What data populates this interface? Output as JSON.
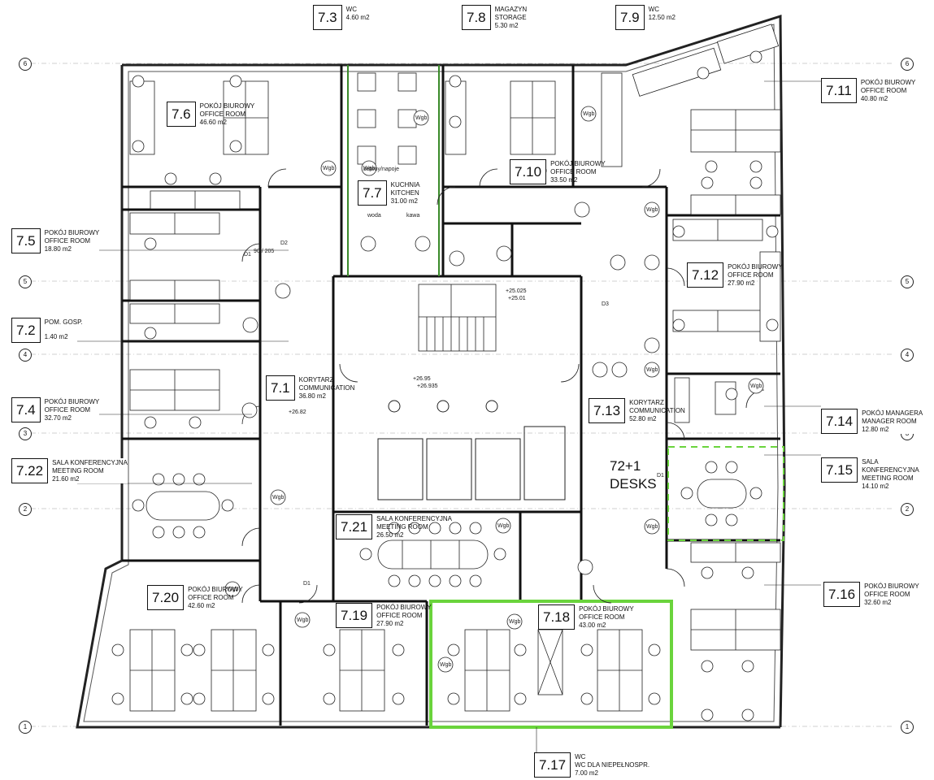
{
  "rooms": [
    {
      "id": "7.3",
      "name": [
        "WC"
      ],
      "area": "4.60 m2"
    },
    {
      "id": "7.8",
      "name": [
        "MAGAZYN",
        "STORAGE"
      ],
      "area": "5.30 m2"
    },
    {
      "id": "7.9",
      "name": [
        "WC"
      ],
      "area": "12.50 m2"
    },
    {
      "id": "7.6",
      "name": [
        "POKÓJ BIUROWY",
        "OFFICE ROOM"
      ],
      "area": "46.60 m2"
    },
    {
      "id": "7.11",
      "name": [
        "POKÓJ BIUROWY",
        "OFFICE ROOM"
      ],
      "area": "40.80 m2"
    },
    {
      "id": "7.7",
      "name": [
        "KUCHNIA",
        "KITCHEN"
      ],
      "area": "31.00 m2"
    },
    {
      "id": "7.10",
      "name": [
        "POKÓJ BIUROWY",
        "OFFICE ROOM"
      ],
      "area": "33.50 m2"
    },
    {
      "id": "7.5",
      "name": [
        "POKÓJ BIUROWY",
        "OFFICE ROOM"
      ],
      "area": "18.80 m2"
    },
    {
      "id": "7.12",
      "name": [
        "POKÓJ BIUROWY",
        "OFFICE ROOM"
      ],
      "area": "27.90 m2"
    },
    {
      "id": "7.2",
      "name": [
        "POM. GOSP."
      ],
      "area": "1.40 m2"
    },
    {
      "id": "7.1",
      "name": [
        "KORYTARZ",
        "COMMUNICATION"
      ],
      "area": "36.80 m2"
    },
    {
      "id": "7.4",
      "name": [
        "POKÓJ BIUROWY",
        "OFFICE ROOM"
      ],
      "area": "32.70 m2"
    },
    {
      "id": "7.13",
      "name": [
        "KORYTARZ",
        "COMMUNICATION"
      ],
      "area": "52.80 m2"
    },
    {
      "id": "7.14",
      "name": [
        "POKÓJ MANAGERA",
        "MANAGER ROOM"
      ],
      "area": "12.80 m2"
    },
    {
      "id": "7.22",
      "name": [
        "SALA KONFERENCYJNA",
        "MEETING ROOM"
      ],
      "area": "21.60 m2"
    },
    {
      "id": "7.15",
      "name": [
        "SALA KONFERENCYJNA",
        "MEETING ROOM"
      ],
      "area": "14.10 m2"
    },
    {
      "id": "7.21",
      "name": [
        "SALA KONFERENCYJNA",
        "MEETING ROOM"
      ],
      "area": "26.50 m2"
    },
    {
      "id": "7.20",
      "name": [
        "POKÓJ BIUROWY",
        "OFFICE ROOM"
      ],
      "area": "42.60 m2"
    },
    {
      "id": "7.16",
      "name": [
        "POKÓJ BIUROWY",
        "OFFICE ROOM"
      ],
      "area": "32.60 m2"
    },
    {
      "id": "7.19",
      "name": [
        "POKÓJ BIUROWY",
        "OFFICE ROOM"
      ],
      "area": "27.90 m2"
    },
    {
      "id": "7.18",
      "name": [
        "POKÓJ BIUROWY",
        "OFFICE ROOM"
      ],
      "area": "43.00 m2"
    },
    {
      "id": "7.17",
      "name": [
        "WC",
        "WC DLA NIEPEŁNOSPR."
      ],
      "area": "7.00 m2"
    }
  ],
  "desks": {
    "count": "72+1",
    "label": "DESKS"
  },
  "axes": [
    "6",
    "5",
    "4",
    "3",
    "2",
    "1"
  ],
  "kitchen_labels": {
    "snacks": "batony/napoje",
    "water": "woda",
    "coffee": "kawa"
  },
  "equipment_tag": "Wgb",
  "door_tags": {
    "d1": "D1",
    "d2": "D2",
    "d3": "D3",
    "size": "90 / 205"
  },
  "elevations": [
    "+26.95",
    "+26.935",
    "+25.025",
    "+25.01",
    "+26.82"
  ],
  "highlight_color": "#6ad43c"
}
